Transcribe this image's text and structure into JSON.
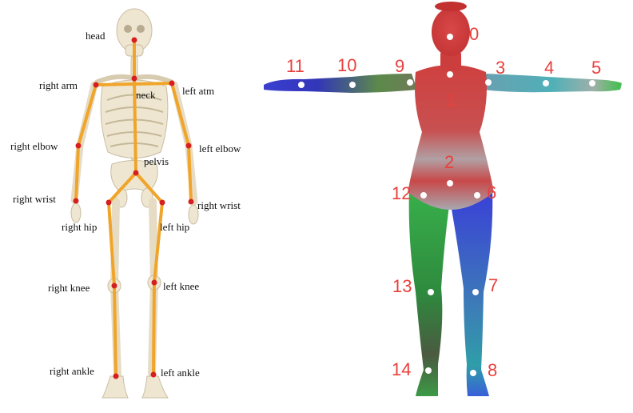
{
  "skeleton_panel": {
    "labels": {
      "head": "head",
      "right_arm": "right arm",
      "neck": "neck",
      "left_arm": "left atm",
      "right_elbow": "right elbow",
      "left_elbow": "left elbow",
      "pelvis": "pelvis",
      "right_wrist": "right wrist",
      "left_wrist": "right wrist",
      "right_hip": "right hip",
      "left_hip": "left hip",
      "right_knee": "right knee",
      "left_knee": "left knee",
      "right_ankle": "right ankle",
      "left_ankle": "left ankle"
    },
    "colors": {
      "bone": "#efe6d2",
      "bone_edge": "#c9bda3",
      "limb": "#f0a52a",
      "joint": "#d62020"
    }
  },
  "body_panel": {
    "keypoint_numbers": [
      "0",
      "1",
      "2",
      "3",
      "4",
      "5",
      "6",
      "7",
      "8",
      "9",
      "10",
      "11",
      "12",
      "13",
      "14"
    ],
    "colors": {
      "number": "#e8403c",
      "keypoint": "#ffffff",
      "red": "#d83a3a",
      "blue": "#3b3fcc",
      "green": "#2fa34a"
    }
  }
}
